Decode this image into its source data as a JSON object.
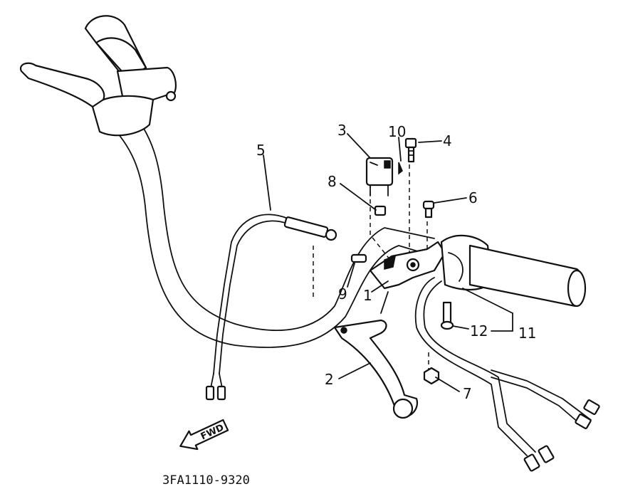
{
  "diagram": {
    "part_labels": {
      "p1": "1",
      "p2": "2",
      "p3": "3",
      "p4": "4",
      "p5": "5",
      "p6": "6",
      "p7": "7",
      "p8": "8",
      "p9": "9",
      "p10": "10",
      "p11": "11",
      "p12": "12"
    },
    "direction_label": "FWD",
    "drawing_code": "3FA1110-9320"
  }
}
